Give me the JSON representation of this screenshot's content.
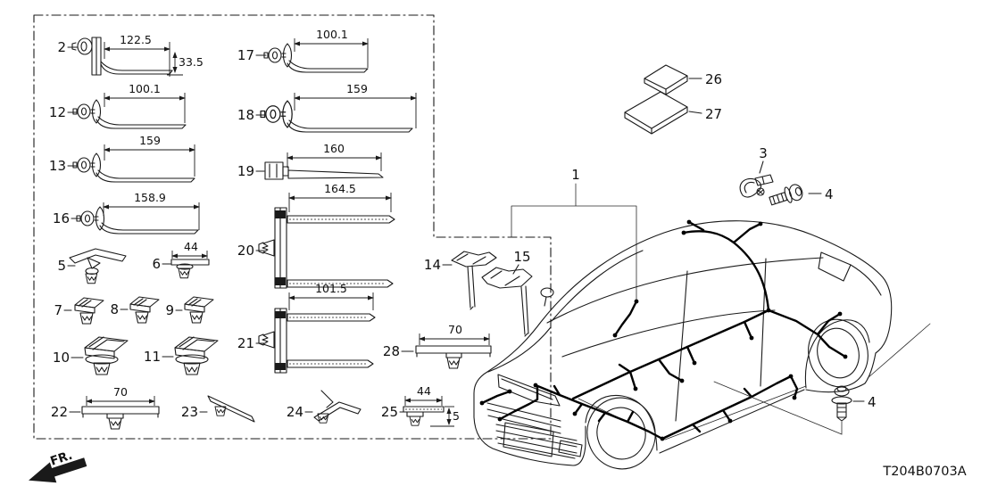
{
  "diagram": {
    "code": "T204B0703A",
    "direction_label": "FR.",
    "colors": {
      "line": "#1a1a1a",
      "background": "#ffffff"
    },
    "parts": {
      "p1": {
        "label": "1"
      },
      "p2": {
        "label": "2",
        "width": "122.5",
        "height": "33.5"
      },
      "p3": {
        "label": "3"
      },
      "p4": {
        "label": "4"
      },
      "p5": {
        "label": "5"
      },
      "p6": {
        "label": "6",
        "width": "44"
      },
      "p7": {
        "label": "7"
      },
      "p8": {
        "label": "8"
      },
      "p9": {
        "label": "9"
      },
      "p10": {
        "label": "10"
      },
      "p11": {
        "label": "11"
      },
      "p12": {
        "label": "12",
        "width": "100.1"
      },
      "p13": {
        "label": "13",
        "width": "159"
      },
      "p14": {
        "label": "14"
      },
      "p15": {
        "label": "15"
      },
      "p16": {
        "label": "16",
        "width": "158.9"
      },
      "p17": {
        "label": "17",
        "width": "100.1"
      },
      "p18": {
        "label": "18",
        "width": "159"
      },
      "p19": {
        "label": "19",
        "width": "160"
      },
      "p20": {
        "label": "20",
        "width": "164.5"
      },
      "p21": {
        "label": "21",
        "width": "101.5"
      },
      "p22": {
        "label": "22",
        "width": "70"
      },
      "p23": {
        "label": "23"
      },
      "p24": {
        "label": "24"
      },
      "p25": {
        "label": "25",
        "width": "44",
        "height": "5"
      },
      "p26": {
        "label": "26"
      },
      "p27": {
        "label": "27"
      },
      "p28": {
        "label": "28",
        "width": "70"
      }
    }
  }
}
